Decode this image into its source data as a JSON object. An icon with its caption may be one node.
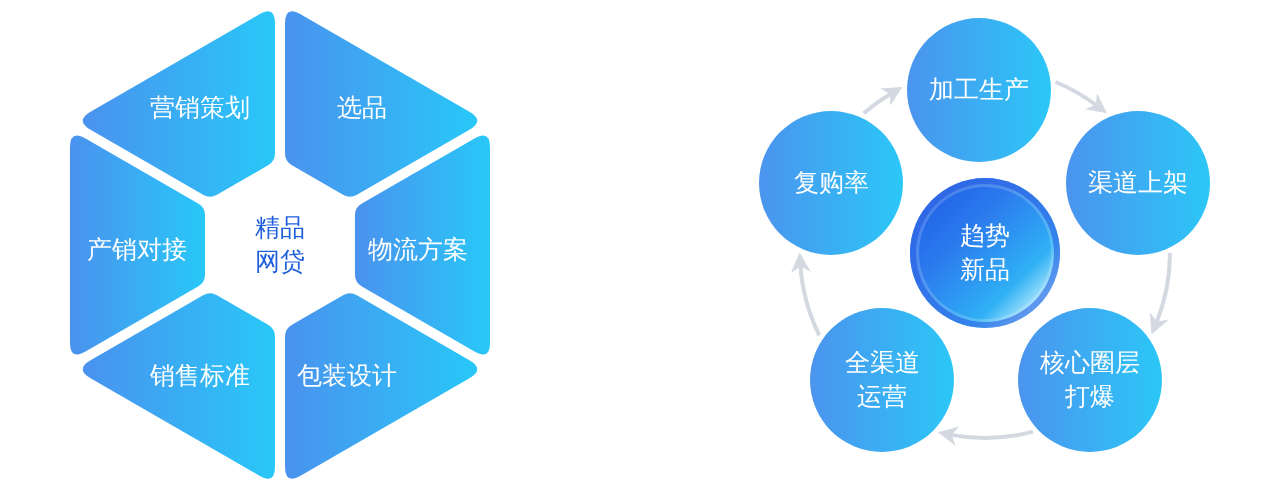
{
  "diagram": {
    "nodes": [
      {
        "text": [
          "营销策划"
        ]
      },
      {
        "text": [
          "选品"
        ]
      },
      {
        "text": [
          "产销对接"
        ]
      },
      {
        "text": [
          "物流方案"
        ]
      },
      {
        "text": [
          "销售标准"
        ]
      },
      {
        "text": [
          "包装设计"
        ]
      },
      {
        "text": [
          "加工生产"
        ]
      },
      {
        "text": [
          "复购率"
        ]
      },
      {
        "text": [
          "渠道上架"
        ]
      },
      {
        "text": [
          "趋势新品"
        ]
      },
      {
        "text": [
          "全渠道运营"
        ]
      },
      {
        "text": [
          "核心圈层打爆"
        ]
      }
    ],
    "edges": [
      {
        "from": 7,
        "to": 6,
        "arrow": "to"
      },
      {
        "from": 6,
        "to": 8,
        "arrow": "to"
      },
      {
        "from": 8,
        "to": 11,
        "arrow": "to"
      },
      {
        "from": 11,
        "to": 10,
        "arrow": "to"
      },
      {
        "from": 10,
        "to": 7,
        "arrow": "to"
      }
    ],
    "labels": [
      "精品网贷"
    ]
  }
}
